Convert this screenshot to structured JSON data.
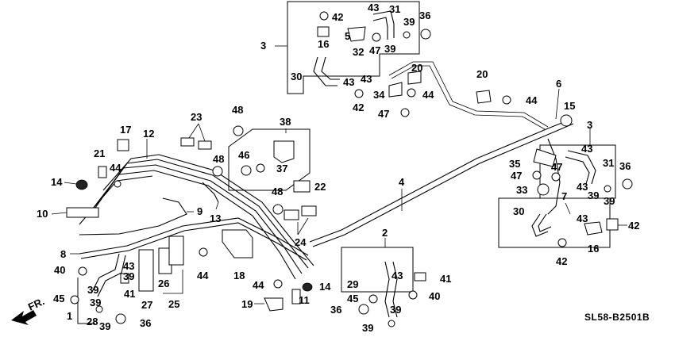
{
  "diagram": {
    "code": "SL58-B2501B",
    "front_label": "FR.",
    "callouts": {
      "c1": "1",
      "c2": "2",
      "c3a": "3",
      "c3b": "3",
      "c4": "4",
      "c5": "5",
      "c6": "6",
      "c7": "7",
      "c8": "8",
      "c9": "9",
      "c10": "10",
      "c11": "11",
      "c12": "12",
      "c13": "13",
      "c14a": "14",
      "c14b": "14",
      "c15": "15",
      "c16a": "16",
      "c16b": "16",
      "c17": "17",
      "c18": "18",
      "c19": "19",
      "c20a": "20",
      "c20b": "20",
      "c21": "21",
      "c22": "22",
      "c23": "23",
      "c24": "24",
      "c25": "25",
      "c26": "26",
      "c27": "27",
      "c28": "28",
      "c29": "29",
      "c30a": "30",
      "c30b": "30",
      "c31a": "31",
      "c31b": "31",
      "c32": "32",
      "c33": "33",
      "c34": "34",
      "c35": "35",
      "c36a": "36",
      "c36b": "36",
      "c36c": "36",
      "c36d": "36",
      "c37": "37",
      "c38": "38",
      "c39a": "39",
      "c39b": "39",
      "c39c": "39",
      "c39d": "39",
      "c39e": "39",
      "c39f": "39",
      "c39g": "39",
      "c39h": "39",
      "c39i": "39",
      "c39j": "39",
      "c40a": "40",
      "c40b": "40",
      "c41a": "41",
      "c41b": "41",
      "c42a": "42",
      "c42b": "42",
      "c42c": "42",
      "c42d": "42",
      "c43a": "43",
      "c43b": "43",
      "c43c": "43",
      "c43d": "43",
      "c43e": "43",
      "c43f": "43",
      "c43g": "43",
      "c43h": "43",
      "c44a": "44",
      "c44b": "44",
      "c44c": "44",
      "c44d": "44",
      "c44e": "44",
      "c45a": "45",
      "c45b": "45",
      "c46": "46",
      "c47a": "47",
      "c47b": "47",
      "c47c": "47",
      "c47d": "47",
      "c48a": "48",
      "c48b": "48",
      "c48c": "48"
    }
  }
}
